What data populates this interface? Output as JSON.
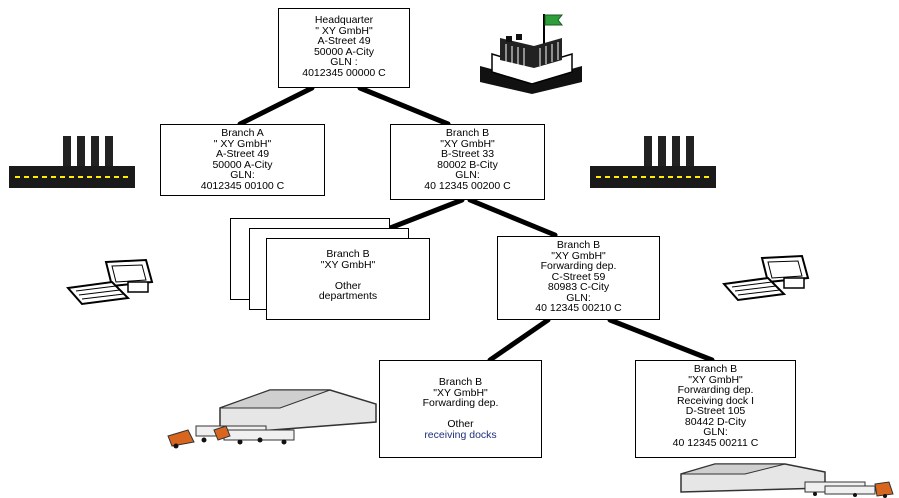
{
  "nodes": {
    "headquarter": [
      "Headquarter",
      "\" XY GmbH\"",
      "A-Street 49",
      "50000 A-City",
      "GLN :",
      "4012345 00000 C"
    ],
    "branch_a": [
      "Branch A",
      "\" XY GmbH\"",
      "A-Street 49",
      "50000 A-City",
      "GLN:",
      "4012345 00100 C"
    ],
    "branch_b": [
      "Branch B",
      "\"XY GmbH\"",
      "B-Street 33",
      "80002 B-City",
      "GLN:",
      "40 12345 00200 C"
    ],
    "other_departments": [
      "Branch B",
      "\"XY GmbH\"",
      "",
      "Other",
      "departments"
    ],
    "forwarding_dep": [
      "Branch B",
      "\"XY GmbH\"",
      "Forwarding dep.",
      "C-Street 59",
      "80983 C-City",
      "GLN:",
      "40 12345 00210 C"
    ],
    "other_receiving_docks": [
      "Branch B",
      "\"XY GmbH\"",
      "Forwarding dep.",
      "",
      "Other",
      "receiving docks"
    ],
    "receiving_dock_1": [
      "Branch B",
      "\"XY GmbH\"",
      "Forwarding dep.",
      "Receiving dock I",
      "D-Street 105",
      "80442 D-City",
      "GLN:",
      "40 12345 00211 C"
    ]
  },
  "icons": [
    "headquarter-building-icon",
    "factory-icon",
    "computer-icon",
    "warehouse-truck-icon"
  ],
  "colors": {
    "lines": "#000000",
    "text": "#000000",
    "link_text": "#1f2f7a",
    "factory_lights": "#ffee00",
    "flag": "#2e9e3a",
    "truck_cab": "#d9661f"
  }
}
